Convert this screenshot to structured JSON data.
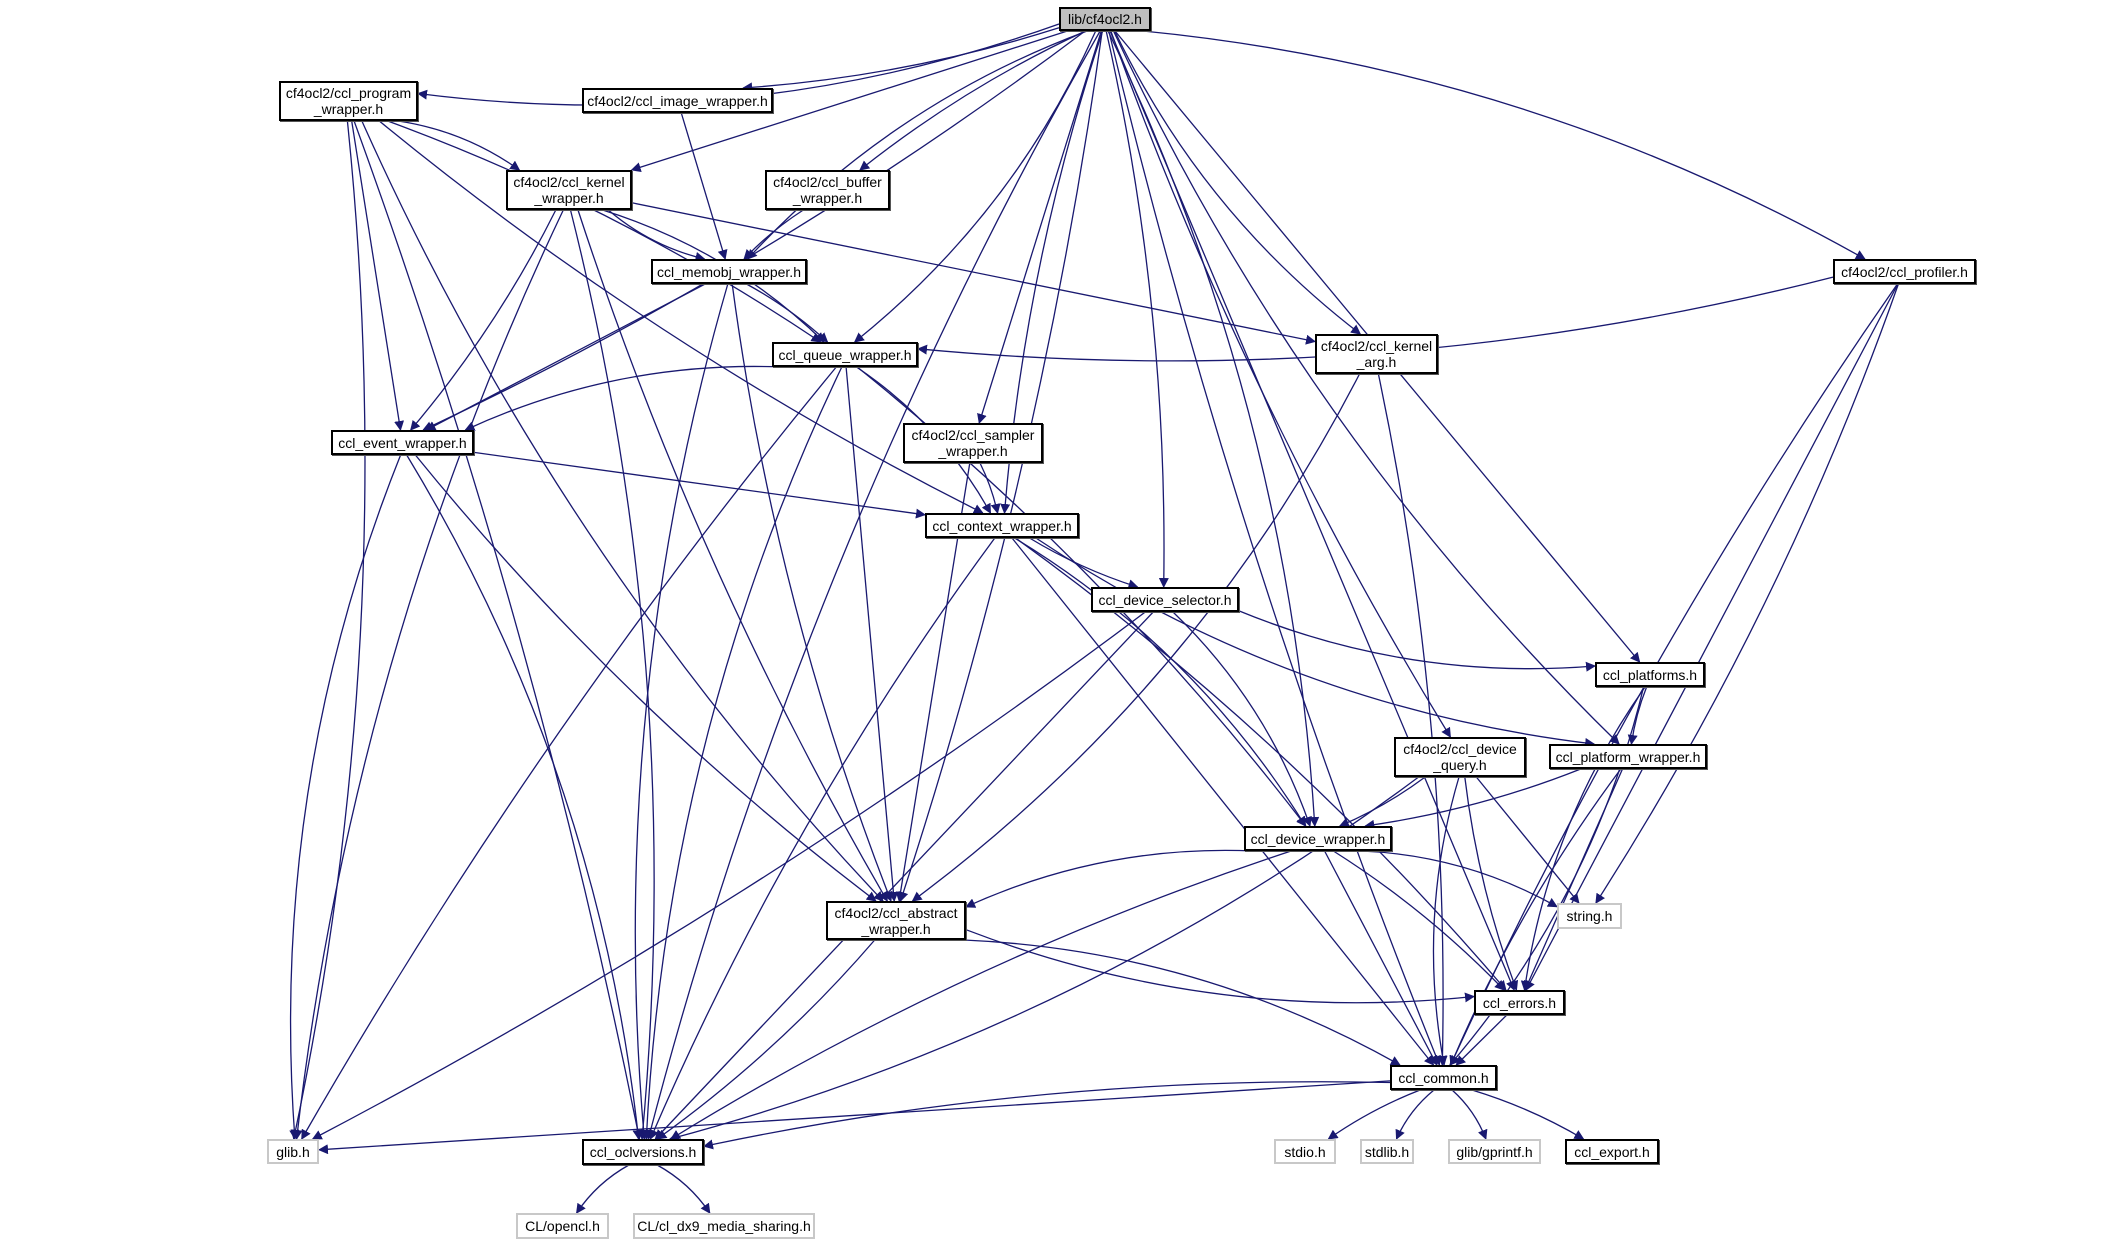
{
  "graph_title": "lib/cf4ocl2.h",
  "edge_color": "#191970",
  "root_fill": "#bfbfbf",
  "nodes": {
    "root": {
      "label": "lib/cf4ocl2.h"
    },
    "program": {
      "label": "cf4ocl2/ccl_program\n_wrapper.h"
    },
    "image": {
      "label": "cf4ocl2/ccl_image_wrapper.h"
    },
    "kernel": {
      "label": "cf4ocl2/ccl_kernel\n_wrapper.h"
    },
    "buffer": {
      "label": "cf4ocl2/ccl_buffer\n_wrapper.h"
    },
    "memobj": {
      "label": "ccl_memobj_wrapper.h"
    },
    "profiler": {
      "label": "cf4ocl2/ccl_profiler.h"
    },
    "queue": {
      "label": "ccl_queue_wrapper.h"
    },
    "kernelarg": {
      "label": "cf4ocl2/ccl_kernel\n_arg.h"
    },
    "event": {
      "label": "ccl_event_wrapper.h"
    },
    "sampler": {
      "label": "cf4ocl2/ccl_sampler\n_wrapper.h"
    },
    "context": {
      "label": "ccl_context_wrapper.h"
    },
    "devsel": {
      "label": "ccl_device_selector.h"
    },
    "platforms": {
      "label": "ccl_platforms.h"
    },
    "devquery": {
      "label": "cf4ocl2/ccl_device\n_query.h"
    },
    "platwrap": {
      "label": "ccl_platform_wrapper.h"
    },
    "devwrap": {
      "label": "ccl_device_wrapper.h"
    },
    "abstract": {
      "label": "cf4ocl2/ccl_abstract\n_wrapper.h"
    },
    "string": {
      "label": "string.h"
    },
    "errors": {
      "label": "ccl_errors.h"
    },
    "common": {
      "label": "ccl_common.h"
    },
    "glib": {
      "label": "glib.h"
    },
    "oclversions": {
      "label": "ccl_oclversions.h"
    },
    "stdio": {
      "label": "stdio.h"
    },
    "stdlib": {
      "label": "stdlib.h"
    },
    "gprintf": {
      "label": "glib/gprintf.h"
    },
    "export": {
      "label": "ccl_export.h"
    },
    "opencl": {
      "label": "CL/opencl.h"
    },
    "dx9": {
      "label": "CL/cl_dx9_media_sharing.h"
    }
  },
  "edges": [
    [
      "root",
      "program"
    ],
    [
      "root",
      "image"
    ],
    [
      "root",
      "kernel"
    ],
    [
      "root",
      "buffer"
    ],
    [
      "root",
      "memobj"
    ],
    [
      "root",
      "queue"
    ],
    [
      "root",
      "event"
    ],
    [
      "root",
      "sampler"
    ],
    [
      "root",
      "context"
    ],
    [
      "root",
      "kernelarg"
    ],
    [
      "root",
      "profiler"
    ],
    [
      "root",
      "devsel"
    ],
    [
      "root",
      "platforms"
    ],
    [
      "root",
      "devquery"
    ],
    [
      "root",
      "platwrap"
    ],
    [
      "root",
      "devwrap"
    ],
    [
      "root",
      "abstract"
    ],
    [
      "root",
      "errors"
    ],
    [
      "root",
      "common"
    ],
    [
      "root",
      "oclversions"
    ],
    [
      "program",
      "kernel"
    ],
    [
      "program",
      "queue"
    ],
    [
      "program",
      "event"
    ],
    [
      "program",
      "context"
    ],
    [
      "program",
      "abstract"
    ],
    [
      "program",
      "glib"
    ],
    [
      "program",
      "oclversions"
    ],
    [
      "image",
      "memobj"
    ],
    [
      "buffer",
      "memobj"
    ],
    [
      "kernel",
      "memobj"
    ],
    [
      "kernel",
      "queue"
    ],
    [
      "kernel",
      "event"
    ],
    [
      "kernel",
      "kernelarg"
    ],
    [
      "kernel",
      "abstract"
    ],
    [
      "kernel",
      "glib"
    ],
    [
      "kernel",
      "oclversions"
    ],
    [
      "memobj",
      "queue"
    ],
    [
      "memobj",
      "event"
    ],
    [
      "memobj",
      "abstract"
    ],
    [
      "memobj",
      "oclversions"
    ],
    [
      "profiler",
      "queue"
    ],
    [
      "profiler",
      "string"
    ],
    [
      "profiler",
      "errors"
    ],
    [
      "profiler",
      "common"
    ],
    [
      "queue",
      "event"
    ],
    [
      "queue",
      "context"
    ],
    [
      "queue",
      "devwrap"
    ],
    [
      "queue",
      "abstract"
    ],
    [
      "queue",
      "glib"
    ],
    [
      "queue",
      "oclversions"
    ],
    [
      "kernelarg",
      "abstract"
    ],
    [
      "kernelarg",
      "common"
    ],
    [
      "event",
      "context"
    ],
    [
      "event",
      "abstract"
    ],
    [
      "event",
      "glib"
    ],
    [
      "event",
      "oclversions"
    ],
    [
      "sampler",
      "context"
    ],
    [
      "sampler",
      "abstract"
    ],
    [
      "context",
      "devsel"
    ],
    [
      "context",
      "platwrap"
    ],
    [
      "context",
      "devwrap"
    ],
    [
      "context",
      "errors"
    ],
    [
      "context",
      "common"
    ],
    [
      "context",
      "oclversions"
    ],
    [
      "devsel",
      "platforms"
    ],
    [
      "devsel",
      "devwrap"
    ],
    [
      "devsel",
      "glib"
    ],
    [
      "devsel",
      "oclversions"
    ],
    [
      "platforms",
      "platwrap"
    ],
    [
      "platforms",
      "errors"
    ],
    [
      "platforms",
      "common"
    ],
    [
      "devquery",
      "devwrap"
    ],
    [
      "devquery",
      "string"
    ],
    [
      "devquery",
      "errors"
    ],
    [
      "devquery",
      "common"
    ],
    [
      "devquery",
      "oclversions"
    ],
    [
      "platwrap",
      "devwrap"
    ],
    [
      "platwrap",
      "errors"
    ],
    [
      "platwrap",
      "common"
    ],
    [
      "devwrap",
      "abstract"
    ],
    [
      "devwrap",
      "string"
    ],
    [
      "devwrap",
      "errors"
    ],
    [
      "devwrap",
      "common"
    ],
    [
      "devwrap",
      "oclversions"
    ],
    [
      "abstract",
      "errors"
    ],
    [
      "abstract",
      "common"
    ],
    [
      "abstract",
      "oclversions"
    ],
    [
      "errors",
      "common"
    ],
    [
      "common",
      "stdio"
    ],
    [
      "common",
      "stdlib"
    ],
    [
      "common",
      "gprintf"
    ],
    [
      "common",
      "export"
    ],
    [
      "common",
      "glib"
    ],
    [
      "common",
      "oclversions"
    ],
    [
      "oclversions",
      "opencl"
    ],
    [
      "oclversions",
      "dx9"
    ]
  ]
}
